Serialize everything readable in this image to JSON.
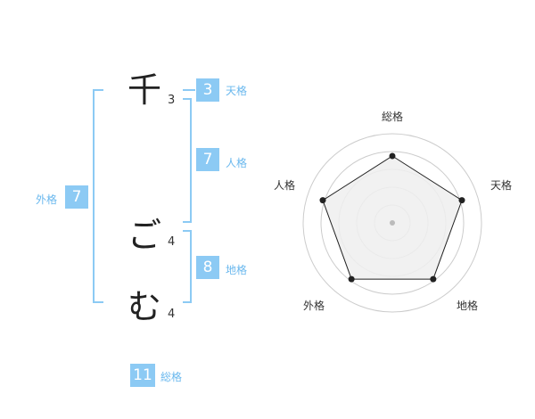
{
  "characters": [
    {
      "char": "千",
      "strokes": "3"
    },
    {
      "char": "ご",
      "strokes": "4"
    },
    {
      "char": "む",
      "strokes": "4"
    }
  ],
  "kakusu": {
    "tenkaku": {
      "value": "3",
      "label": "天格"
    },
    "jinkaku": {
      "value": "7",
      "label": "人格"
    },
    "chikaku": {
      "value": "8",
      "label": "地格"
    },
    "gaikaku": {
      "value": "7",
      "label": "外格"
    },
    "soukaku": {
      "value": "11",
      "label": "総格"
    }
  },
  "radar": {
    "axes": [
      "総格",
      "天格",
      "地格",
      "外格",
      "人格"
    ],
    "values": [
      0.75,
      0.82,
      0.78,
      0.78,
      0.82
    ],
    "colors": {
      "fill": "#eeeeee",
      "line": "#222222",
      "ring": "#cccccc"
    }
  },
  "colors": {
    "accent": "#8ccaf4",
    "accent_text": "#6ab8ee"
  }
}
